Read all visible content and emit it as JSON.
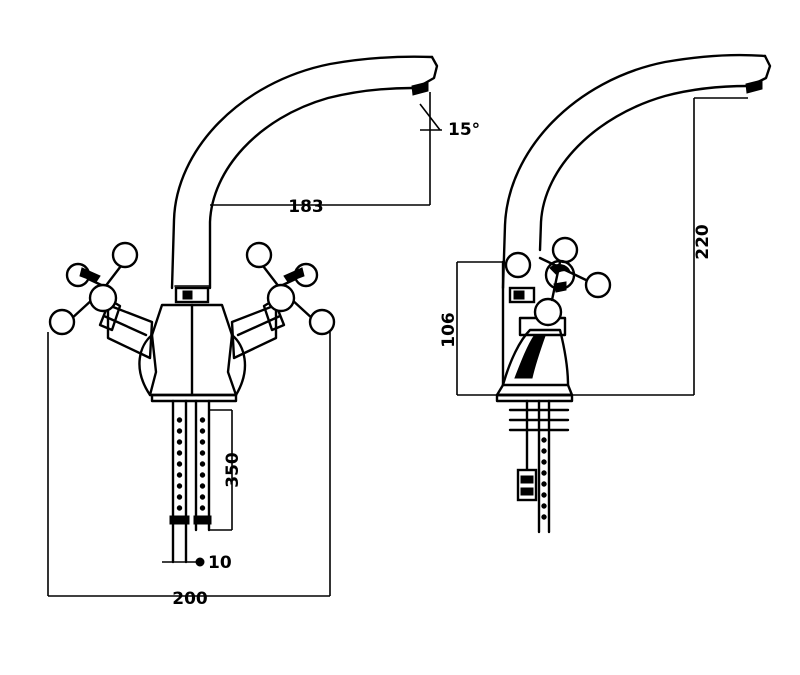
{
  "dimensions": {
    "spout_reach": "183",
    "spout_angle": "15°",
    "total_height": "220",
    "body_height": "106",
    "pipe_length": "350",
    "pipe_diameter": "10",
    "overall_width": "200"
  },
  "colors": {
    "ink": "#000000",
    "paper": "#ffffff"
  }
}
